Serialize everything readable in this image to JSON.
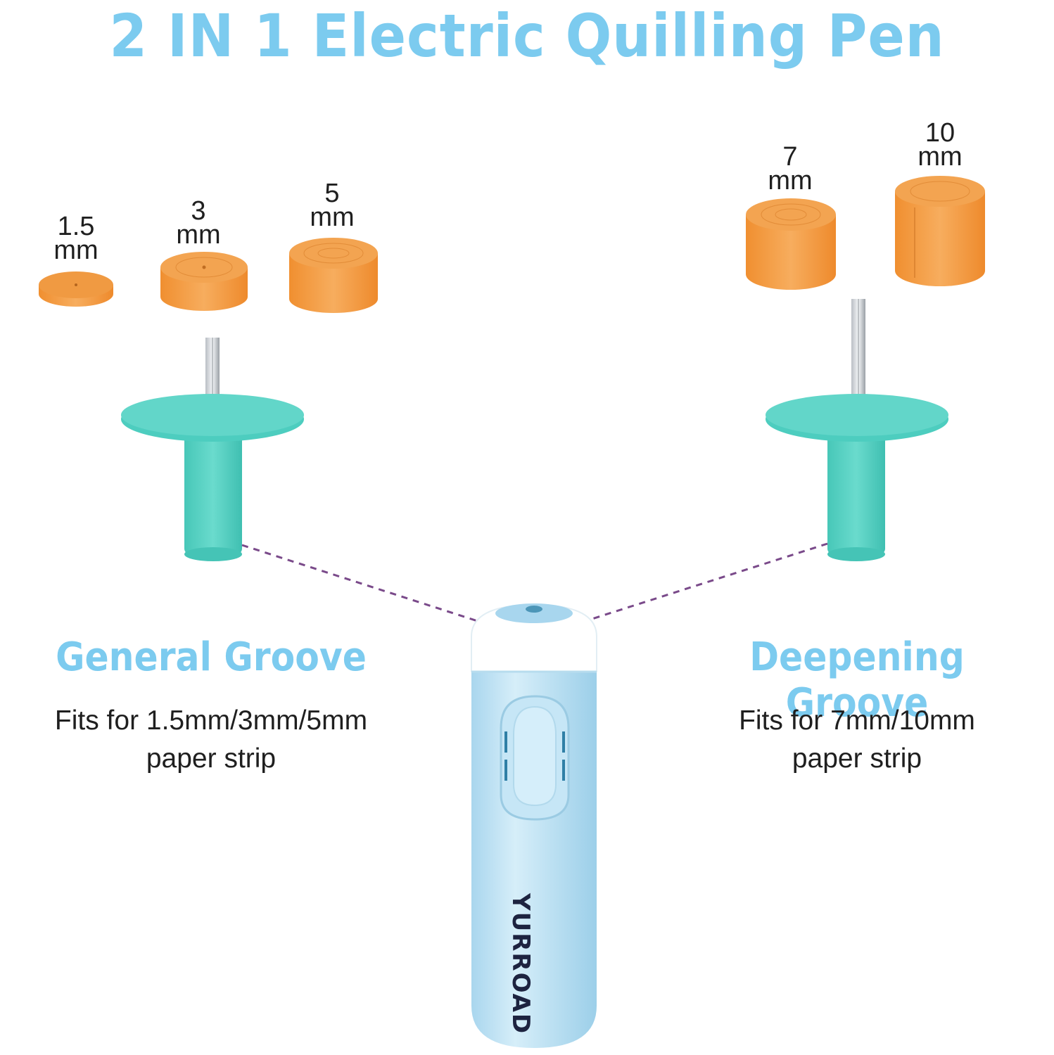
{
  "title": "2 IN 1 Electric Quilling Pen",
  "rolls_left": [
    {
      "value": "1.5",
      "unit": "mm"
    },
    {
      "value": "3",
      "unit": "mm"
    },
    {
      "value": "5",
      "unit": "mm"
    }
  ],
  "rolls_right": [
    {
      "value": "7",
      "unit": "mm"
    },
    {
      "value": "10",
      "unit": "mm"
    }
  ],
  "general_groove": {
    "title": "General Groove",
    "desc_line1": "Fits for 1.5mm/3mm/5mm",
    "desc_line2": "paper strip"
  },
  "deepening_groove": {
    "title": "Deepening Groove",
    "desc_line1": "Fits for 7mm/10mm",
    "desc_line2": "paper strip"
  },
  "brand": "YURROAD",
  "colors": {
    "title": "#7ccbef",
    "roll": "#f4a04a",
    "head": "#5fd3c6",
    "pen_body": "#bfe3f5",
    "dash_line": "#7a4a8a"
  }
}
